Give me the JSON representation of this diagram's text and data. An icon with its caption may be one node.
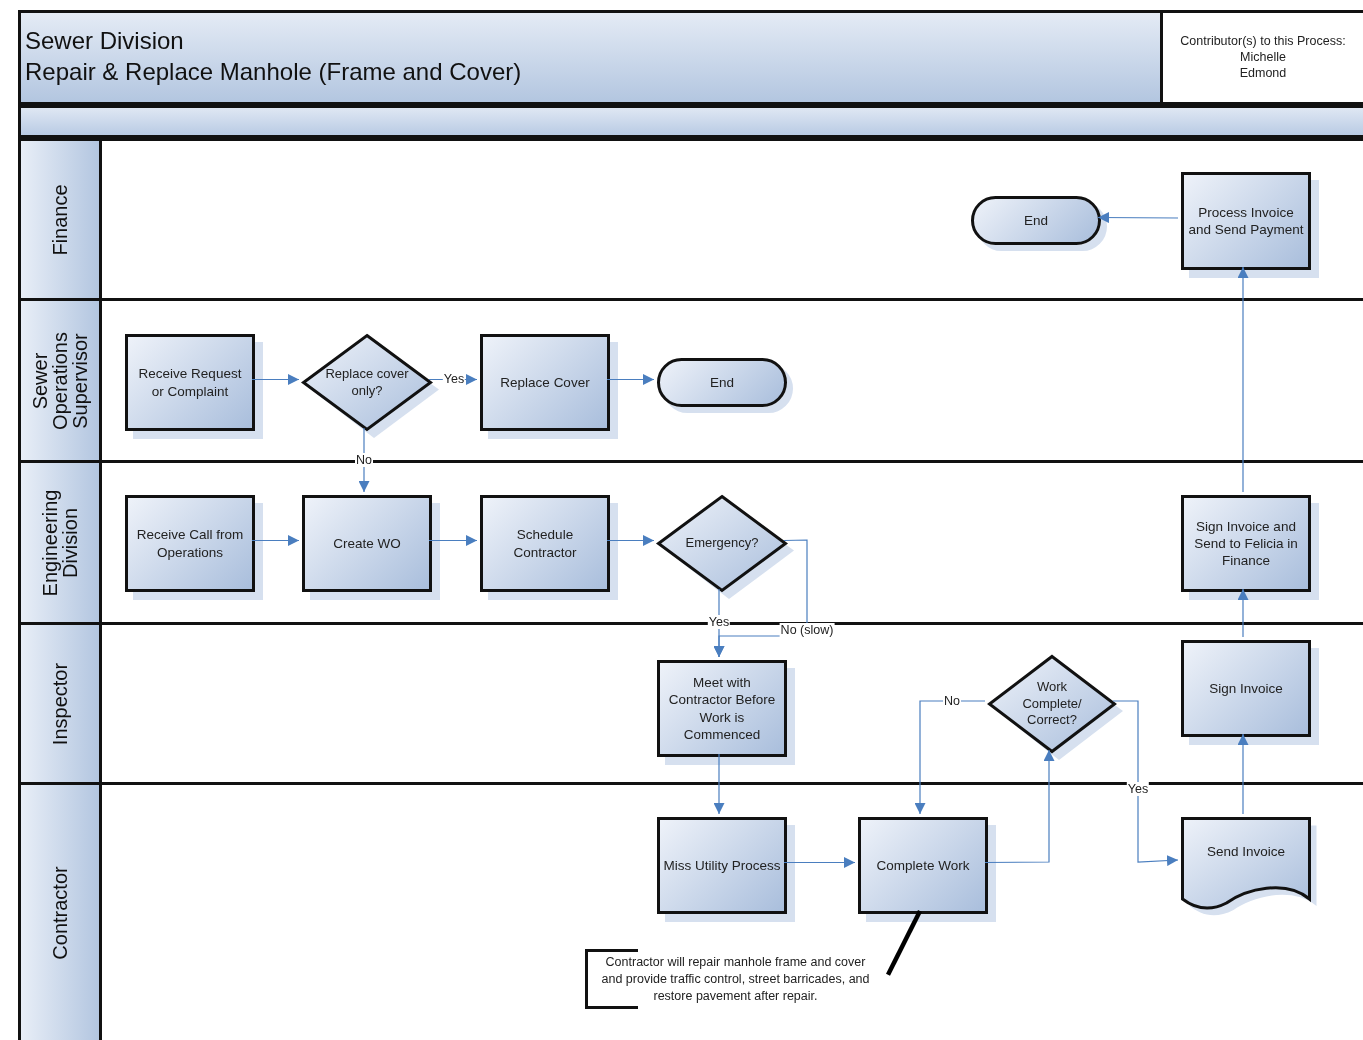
{
  "diagram": {
    "nodes": [
      {
        "text": [
          "Sewer Division",
          "Repair & Replace Manhole (Frame and Cover)"
        ]
      },
      {
        "text": [
          "Contributor(s) to this Process:",
          "Michelle Edmond"
        ]
      },
      {
        "text": [
          "Finance"
        ]
      },
      {
        "text": [
          "End"
        ],
        "in": 2
      },
      {
        "text": [
          "Process Invoice and Send Payment"
        ],
        "in": 2
      },
      {
        "text": [
          "Sewer Operations Supervisor"
        ]
      },
      {
        "text": [
          "Receive Request or Complaint"
        ],
        "in": 5
      },
      {
        "text": [
          "Replace cover only?"
        ],
        "in": 5
      },
      {
        "text": [
          "Replace Cover"
        ],
        "in": 5
      },
      {
        "text": [
          "End"
        ],
        "in": 5
      },
      {
        "text": [
          "Engineering Division"
        ]
      },
      {
        "text": [
          "Receive Call from Operations"
        ],
        "in": 10
      },
      {
        "text": [
          "Create WO"
        ],
        "in": 10
      },
      {
        "text": [
          "Schedule Contractor"
        ],
        "in": 10
      },
      {
        "text": [
          "Emergency?"
        ],
        "in": 10
      },
      {
        "text": [
          "Sign Invoice and Send to Felicia in Finance"
        ],
        "in": 10
      },
      {
        "text": [
          "Inspector"
        ]
      },
      {
        "text": [
          "Meet with Contractor Before Work is Commenced"
        ],
        "in": 16
      },
      {
        "text": [
          "Work Complete/ Correct?"
        ],
        "in": 16
      },
      {
        "text": [
          "Sign Invoice"
        ],
        "in": 16
      },
      {
        "text": [
          "Contractor"
        ]
      },
      {
        "text": [
          "Miss Utility Process"
        ],
        "in": 20
      },
      {
        "text": [
          "Complete Work"
        ],
        "in": 20
      },
      {
        "text": [
          "Send Invoice"
        ],
        "in": 20
      },
      {
        "text": [
          "Contractor will repair manhole frame and cover and provide traffic control, street barricades, and restore pavement after repair."
        ],
        "in": 20
      }
    ],
    "edges": [
      {
        "from": 6,
        "to": 7,
        "arrow": "to"
      },
      {
        "from": 7,
        "to": 8,
        "arrow": "to",
        "label": "Yes"
      },
      {
        "from": 8,
        "to": 9,
        "arrow": "to"
      },
      {
        "from": 7,
        "to": 12,
        "arrow": "to",
        "label": "No"
      },
      {
        "from": 11,
        "to": 12,
        "arrow": "to"
      },
      {
        "from": 12,
        "to": 13,
        "arrow": "to"
      },
      {
        "from": 13,
        "to": 14,
        "arrow": "to"
      },
      {
        "from": 14,
        "to": 17,
        "arrow": "to",
        "label": "Yes"
      },
      {
        "from": 14,
        "to": 17,
        "arrow": "to",
        "label": "No (slow)"
      },
      {
        "from": 17,
        "to": 21,
        "arrow": "to"
      },
      {
        "from": 21,
        "to": 22,
        "arrow": "to"
      },
      {
        "from": 22,
        "to": 18,
        "arrow": "to"
      },
      {
        "from": 18,
        "to": 22,
        "arrow": "to",
        "label": "No"
      },
      {
        "from": 18,
        "to": 23,
        "arrow": "to",
        "label": "Yes"
      },
      {
        "from": 23,
        "to": 19,
        "arrow": "to"
      },
      {
        "from": 19,
        "to": 15,
        "arrow": "to"
      },
      {
        "from": 15,
        "to": 4,
        "arrow": "to"
      },
      {
        "from": 4,
        "to": 3,
        "arrow": "to"
      },
      {
        "from": 24,
        "to": 22,
        "arrow": "none",
        "style": "thick",
        "color": "#000000"
      }
    ]
  }
}
